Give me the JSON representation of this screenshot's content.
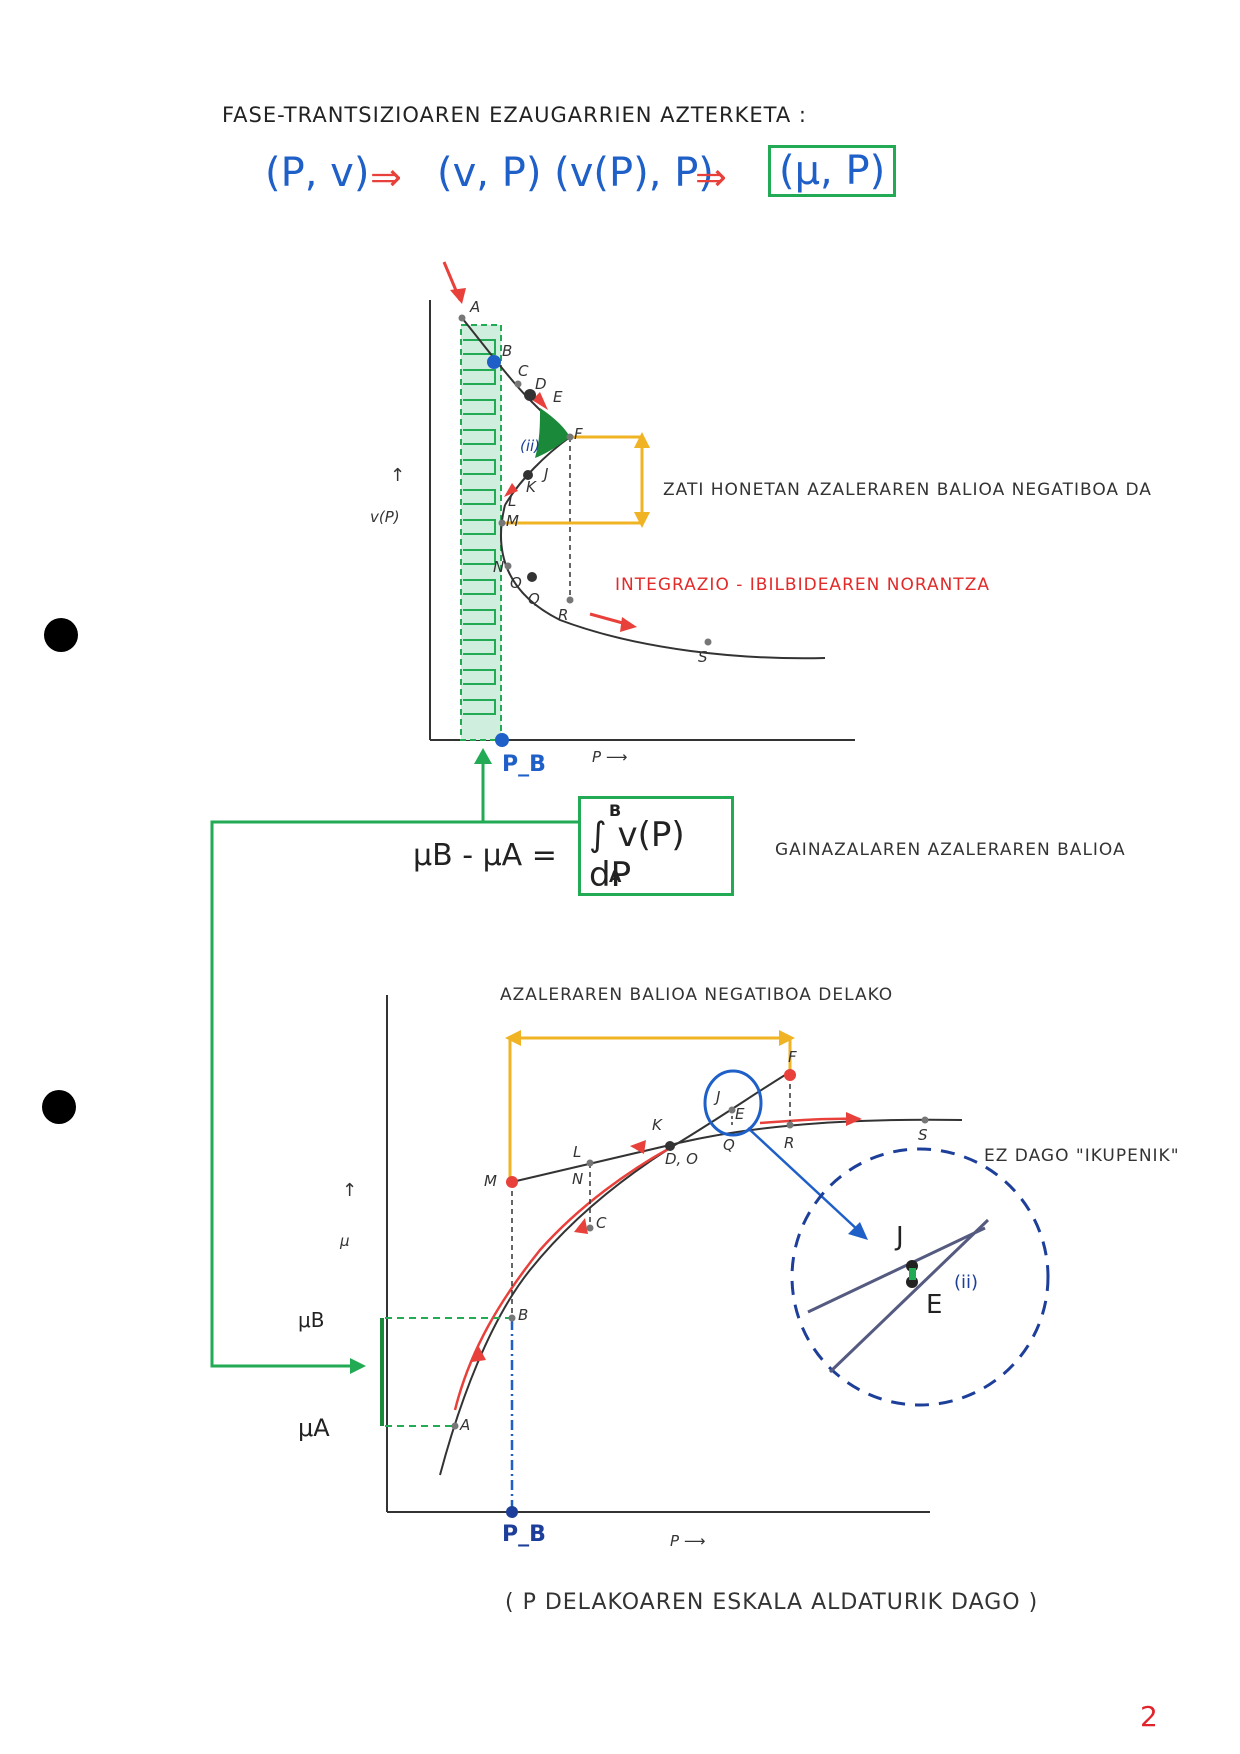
{
  "heading": "FASE-TRANTSIZIOAREN EZAUGARRIEN AZTERKETA :",
  "formula": {
    "p1": "(P, v)",
    "arrow": "⇒",
    "p2": "(v, P) (v(P), P)",
    "p3": "(μ, P)"
  },
  "top_plot": {
    "y_axis_label": "v(P)",
    "y_arrow": "↑",
    "x_axis_label": "P ⟶",
    "pb_label": "P_B",
    "points": [
      "A",
      "B",
      "C",
      "D",
      "E",
      "F",
      "(ii)",
      "J",
      "K",
      "L",
      "M",
      "N",
      "O",
      "Q",
      "R",
      "S"
    ],
    "negative_area_note": "ZATI HONETAN AZALERAREN BALIOA NEGATIBOA DA",
    "direction_note": "INTEGRAZIO - IBILBIDEAREN NORANTZA"
  },
  "relation": {
    "lhs": "μB - μA =",
    "integral": "∫ v(P) dP",
    "upper": "B",
    "lower": "A",
    "note": "GAINAZALAREN AZALERAREN BALIOA"
  },
  "bottom_plot": {
    "top_note": "AZALERAREN BALIOA NEGATIBOA DELAKO",
    "y_axis_label": "μ",
    "y_arrow": "↑",
    "x_axis_label": "P ⟶",
    "mu_b": "μB",
    "mu_a": "μA",
    "pb_label": "P_B",
    "points": [
      "A",
      "B",
      "C",
      "D, O",
      "E",
      "F",
      "J",
      "K",
      "L",
      "M",
      "N",
      "Q",
      "R",
      "S"
    ],
    "zoom_note": "EZ DAGO \"IKUPENIK\"",
    "zoom_j": "J",
    "zoom_e": "E",
    "zoom_ii": "(ii)",
    "scale_note": "( P DELAKOAREN ESKALA ALDATURIK DAGO )"
  },
  "page_number": "2",
  "colors": {
    "blue": "#1f5fc8",
    "red": "#e8403a",
    "green": "#22aa55",
    "yellow": "#f0b323",
    "dark_blue": "#1d3f9a"
  }
}
